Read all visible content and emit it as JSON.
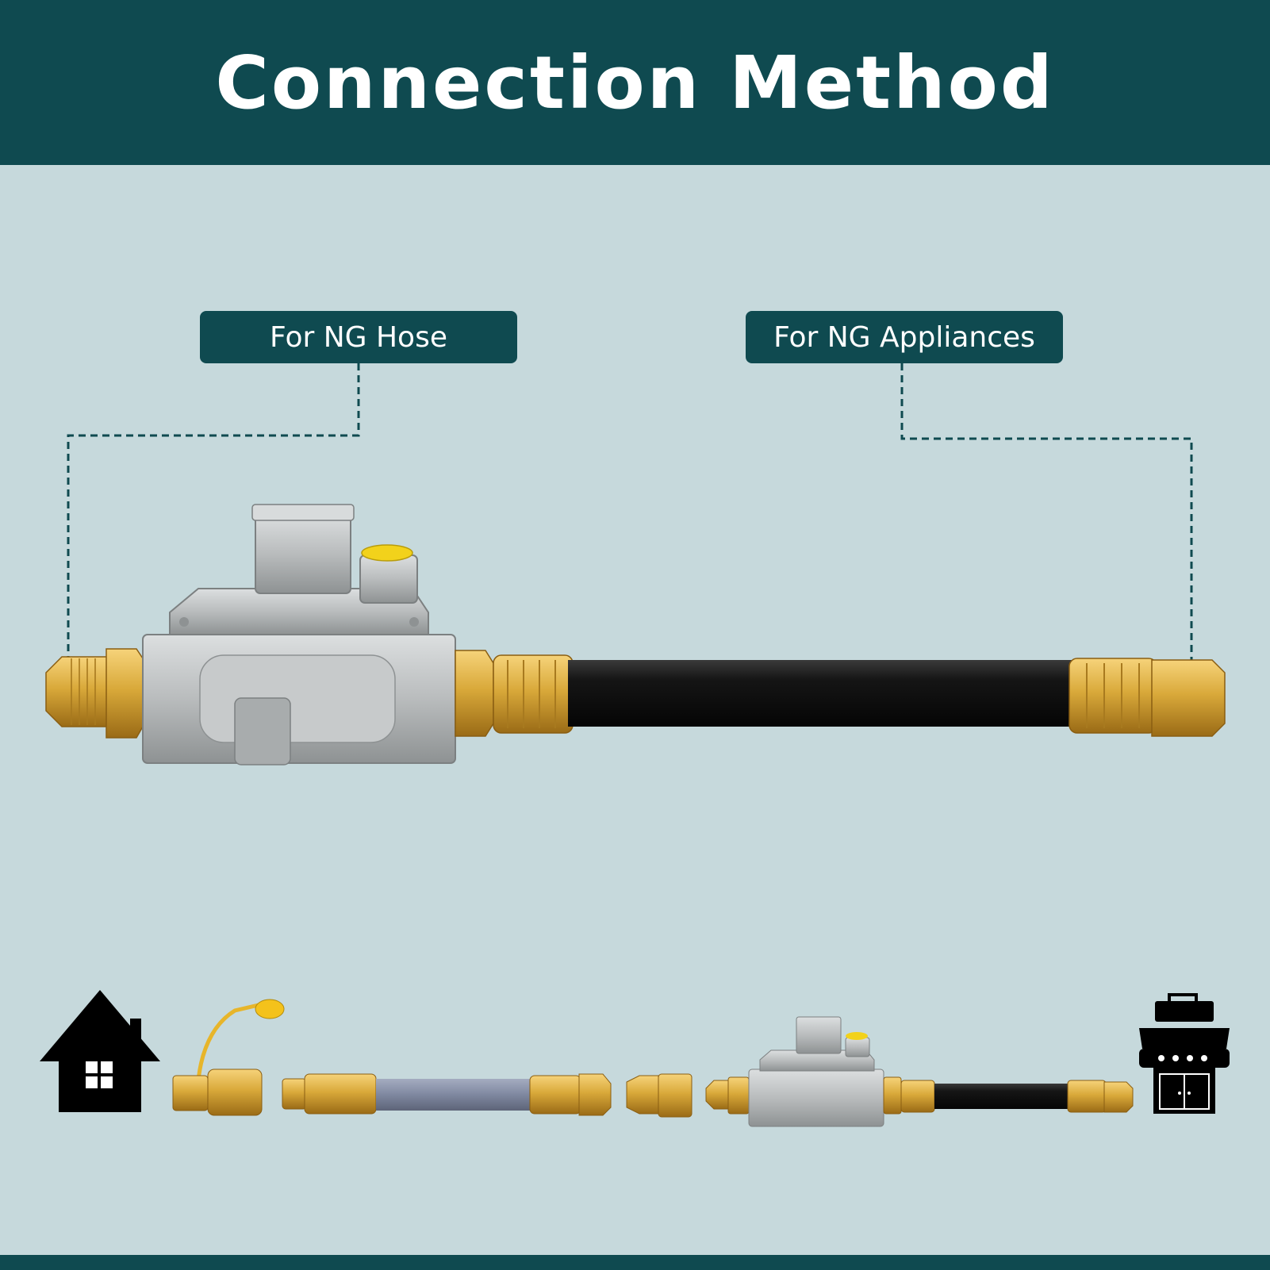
{
  "header": {
    "title": "Connection Method"
  },
  "labels": {
    "ng_hose": "For NG Hose",
    "ng_appliances": "For NG Appliances"
  },
  "icons": {
    "start": "house-icon",
    "end": "gas-grill-icon"
  },
  "colors": {
    "brand_teal": "#0f4a50",
    "background": "#c6d9dc",
    "brass": "#d9a93a",
    "hose_black": "#151515",
    "regulator_silver": "#b9bcbd",
    "cap_yellow": "#f2d21b"
  }
}
